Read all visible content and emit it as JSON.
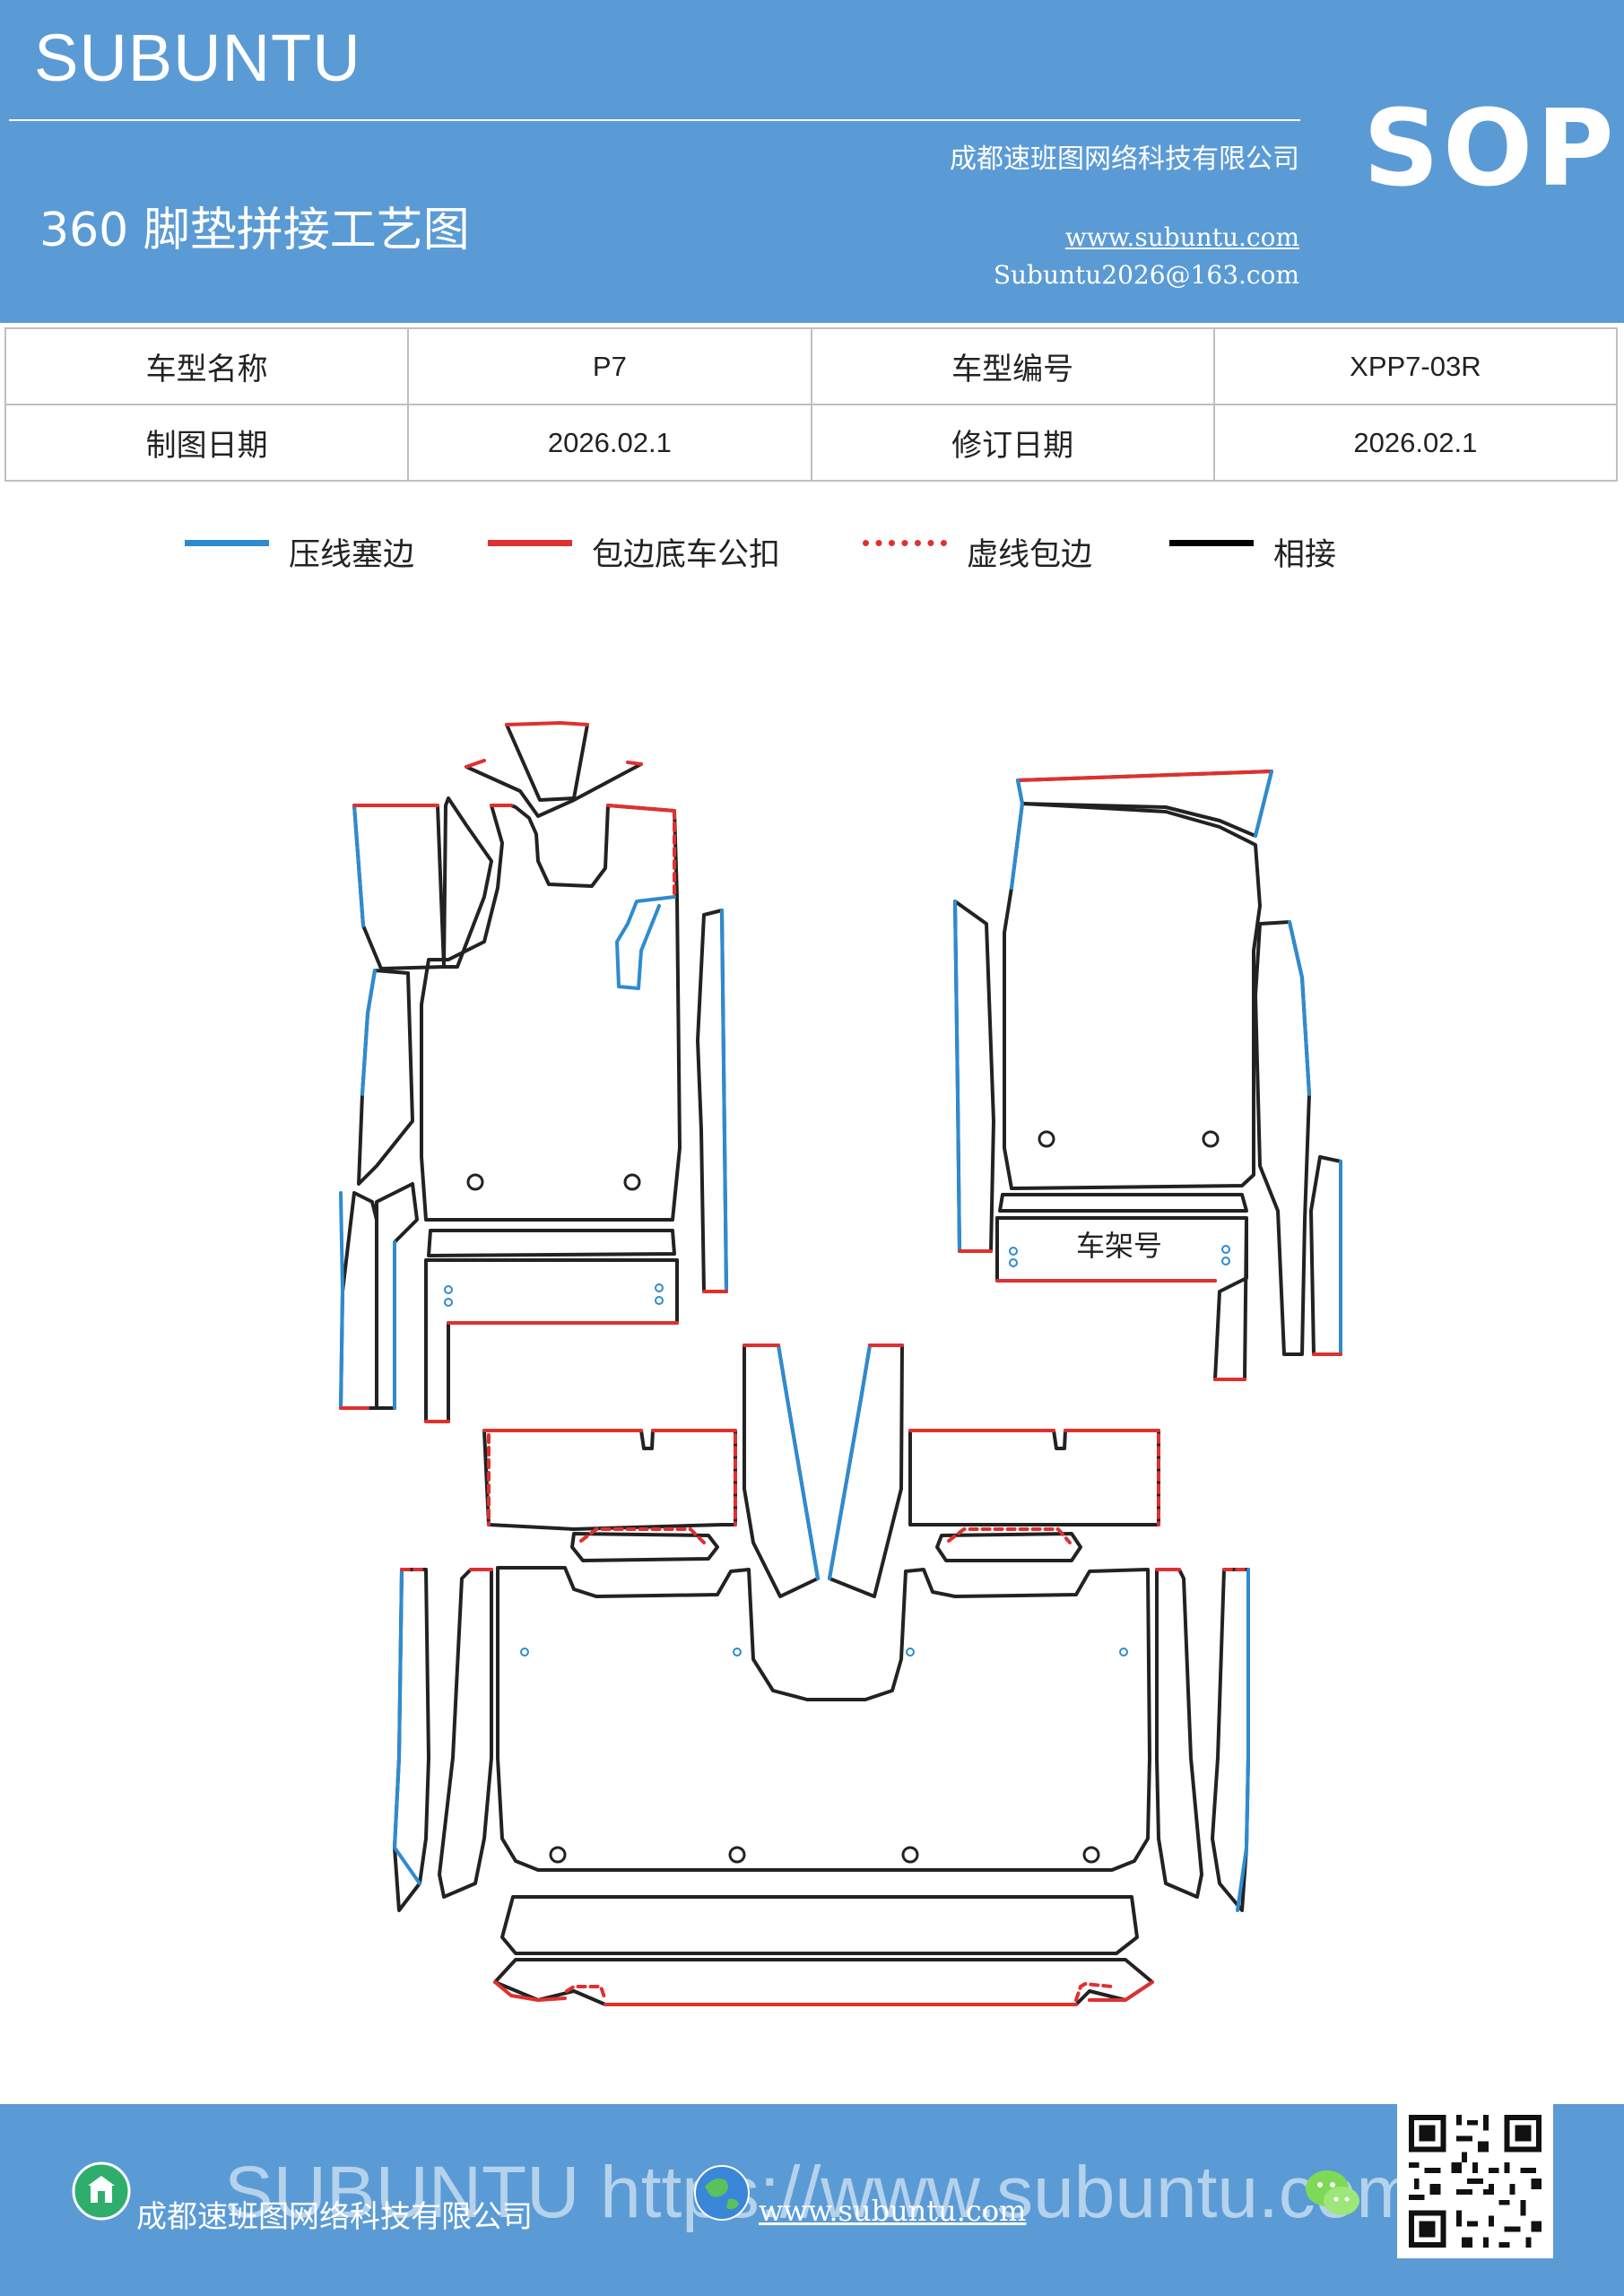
{
  "header": {
    "brand": "SUBUNTU",
    "sop": "SOP",
    "title": "360 脚垫拼接工艺图",
    "company": "成都速班图网络科技有限公司",
    "website": "www.subuntu.com",
    "email": "Subuntu2026@163.com"
  },
  "info": {
    "model_name_label": "车型名称",
    "model_name": "P7",
    "model_code_label": "车型编号",
    "model_code": "XPP7-03R",
    "draw_date_label": "制图日期",
    "draw_date": "2026.02.1",
    "revise_date_label": "修订日期",
    "revise_date": "2026.02.1"
  },
  "legend": [
    {
      "label": "压线塞边",
      "color": "#2e8bd0",
      "style": "solid"
    },
    {
      "label": "包边底车公扣",
      "color": "#e03030",
      "style": "solid"
    },
    {
      "label": "虚线包边",
      "color": "#e03030",
      "style": "dotted"
    },
    {
      "label": "相接",
      "color": "#000000",
      "style": "solid"
    }
  ],
  "drawing": {
    "frame_label": "车架号"
  },
  "colors": {
    "header_blue": "#5b9bd5",
    "blue_line": "#2e8bd0",
    "red_line": "#e03030",
    "black_line": "#222222"
  },
  "footer": {
    "watermark": "SUBUNTU https://www.subuntu.com",
    "company": "成都速班图网络科技有限公司",
    "website": "www.subuntu.com",
    "icons": [
      "building-icon",
      "globe-icon",
      "wechat-icon",
      "qr-code"
    ]
  }
}
